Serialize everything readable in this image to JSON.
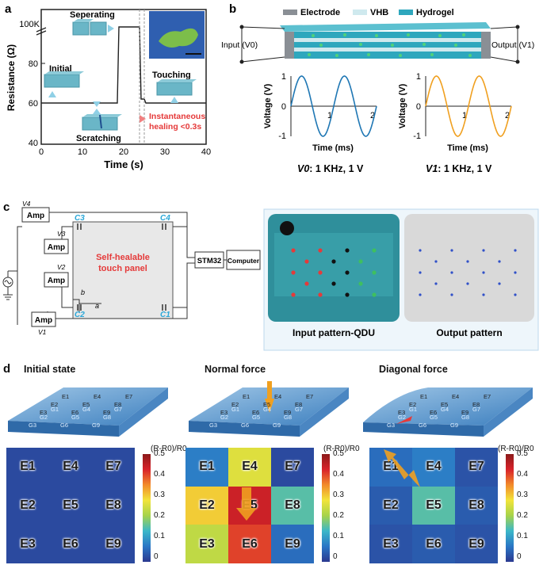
{
  "panel_labels": {
    "a": "a",
    "b": "b",
    "c": "c",
    "d": "d"
  },
  "panel_a": {
    "ylabel": "Resistance (Ω)",
    "xlabel": "Time (s)",
    "yticks": [
      "40",
      "60",
      "80",
      "100K"
    ],
    "xticks": [
      "0",
      "10",
      "20",
      "30",
      "40"
    ],
    "states": {
      "seperating": "Seperating",
      "initial": "Initial",
      "touching": "Touching",
      "scratching": "Scratching"
    },
    "healing_note_1": "Instantaneous",
    "healing_note_2": "healing <0.3s",
    "colors": {
      "line": "#222222",
      "accent": "#e53a3a",
      "gel": "#6ab6c7"
    }
  },
  "panel_b": {
    "legend": [
      "Electrode",
      "VHB",
      "Hydrogel"
    ],
    "legend_colors": [
      "#8a8f95",
      "#cfe9ee",
      "#2ea7bd"
    ],
    "input_label": "Input (V0)",
    "output_label": "Output (V1)",
    "ylabel": "Voltage (V)",
    "xlabel": "Time (ms)",
    "caption_in_sym": "V0",
    "caption_out_sym": "V1",
    "caption_text": ": 1 KHz, 1 V",
    "colors": {
      "input": "#1f77b4",
      "output": "#f0a020"
    }
  },
  "chart_data": [
    {
      "type": "line",
      "title": "",
      "xlabel": "Time (ms)",
      "ylabel": "Voltage (V)",
      "x": [
        0,
        0.25,
        0.5,
        0.75,
        1.0,
        1.25,
        1.5,
        1.75,
        2.0
      ],
      "series": [
        {
          "values": [
            0,
            1,
            0,
            -1,
            0,
            1,
            0,
            -1,
            0
          ]
        }
      ],
      "xlim": [
        0,
        2
      ],
      "ylim": [
        -1,
        1
      ]
    },
    {
      "type": "line",
      "title": "",
      "xlabel": "Time (ms)",
      "ylabel": "Voltage (V)",
      "x": [
        0,
        0.25,
        0.5,
        0.75,
        1.0,
        1.25,
        1.5,
        1.75,
        2.0
      ],
      "series": [
        {
          "values": [
            0,
            1,
            0,
            -1,
            0,
            1,
            0,
            -1,
            0
          ]
        }
      ],
      "xlim": [
        0,
        2
      ],
      "ylim": [
        -1,
        1
      ]
    },
    {
      "type": "heatmap",
      "title": "Initial state",
      "cbar_label": "(R-R0)/R0",
      "rows": [
        [
          "E1",
          "E4",
          "E7"
        ],
        [
          "E2",
          "E5",
          "E8"
        ],
        [
          "E3",
          "E6",
          "E9"
        ]
      ],
      "values": [
        [
          0.02,
          0.02,
          0.02
        ],
        [
          0.02,
          0.02,
          0.02
        ],
        [
          0.02,
          0.02,
          0.02
        ]
      ],
      "range": [
        0,
        0.5
      ]
    },
    {
      "type": "heatmap",
      "title": "Normal force",
      "cbar_label": "(R-R0)/R0",
      "rows": [
        [
          "E1",
          "E4",
          "E7"
        ],
        [
          "E2",
          "E5",
          "E8"
        ],
        [
          "E3",
          "E6",
          "E9"
        ]
      ],
      "values": [
        [
          0.08,
          0.28,
          0.02
        ],
        [
          0.32,
          0.45,
          0.17
        ],
        [
          0.25,
          0.42,
          0.06
        ]
      ],
      "range": [
        0,
        0.5
      ]
    },
    {
      "type": "heatmap",
      "title": "Diagonal force",
      "cbar_label": "(R-R0)/R0",
      "rows": [
        [
          "E1",
          "E4",
          "E7"
        ],
        [
          "E2",
          "E5",
          "E8"
        ],
        [
          "E3",
          "E6",
          "E9"
        ]
      ],
      "values": [
        [
          0.06,
          0.08,
          0.03
        ],
        [
          0.04,
          0.17,
          0.04
        ],
        [
          0.03,
          0.04,
          0.03
        ]
      ],
      "range": [
        0,
        0.5
      ]
    }
  ],
  "panel_c": {
    "amps": [
      "Amp",
      "Amp",
      "Amp",
      "Amp"
    ],
    "v_labels": [
      "V4",
      "V3",
      "V2",
      "V1"
    ],
    "caps": [
      "C3",
      "C4",
      "C2",
      "C1"
    ],
    "panel_text_1": "Self-healable",
    "panel_text_2": "touch panel",
    "a_label": "a",
    "b_label": "b",
    "mcu": "STM32",
    "computer": "Computer",
    "input_caption": "Input pattern-QDU",
    "output_caption": "Output pattern"
  },
  "panel_d": {
    "titles": [
      "Initial state",
      "Normal force",
      "Diagonal force"
    ],
    "electrodes": [
      "E1",
      "E2",
      "E3",
      "E4",
      "E5",
      "E6",
      "E7",
      "E8",
      "E9"
    ],
    "g_labels": [
      "G1",
      "G2",
      "G3",
      "G4",
      "G5",
      "G6",
      "G7",
      "G8",
      "G9"
    ],
    "cbar_label": "(R-R0)/R0",
    "cbar_ticks": [
      "0.5",
      "0.4",
      "0.3",
      "0.2",
      "0.1",
      "0"
    ]
  }
}
